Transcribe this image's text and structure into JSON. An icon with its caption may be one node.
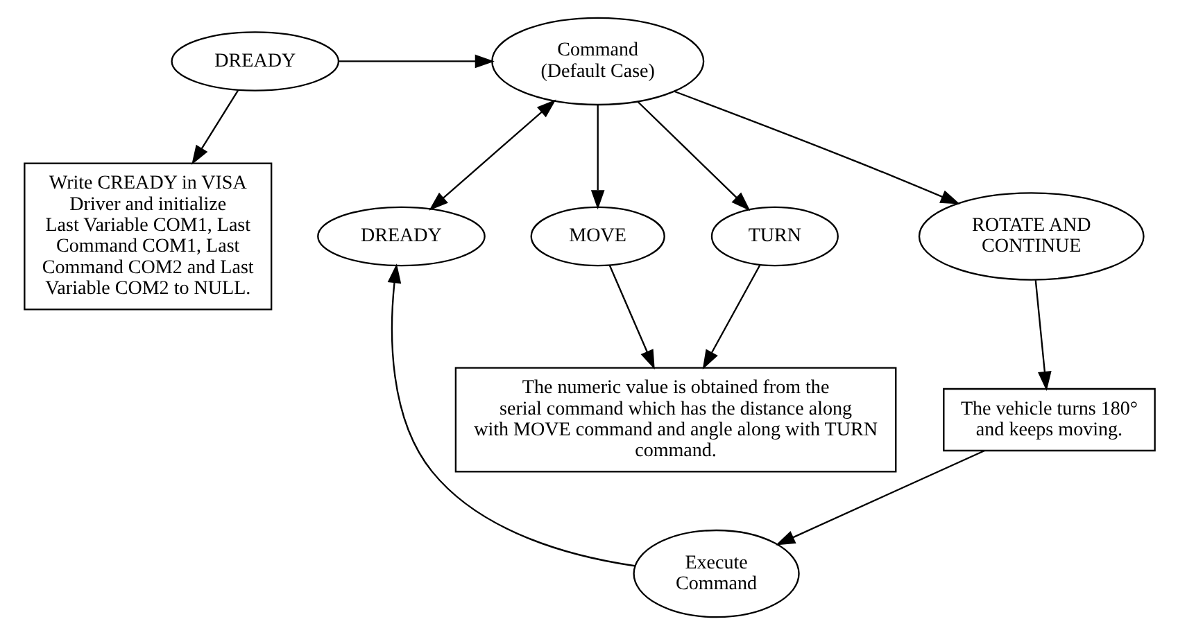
{
  "diagram": {
    "nodes": [
      {
        "text": [
          "DREADY"
        ]
      },
      {
        "text": [
          "Write CREADY in VISA Driver and initialize Last Variable COM1, Last Command COM1, Last Command COM2 and Last Variable COM2 to NULL."
        ]
      },
      {
        "text": [
          "Command (Default Case)"
        ]
      },
      {
        "text": [
          "DREADY"
        ]
      },
      {
        "text": [
          "MOVE"
        ]
      },
      {
        "text": [
          "TURN"
        ]
      },
      {
        "text": [
          "ROTATE AND CONTINUE"
        ]
      },
      {
        "text": [
          "The numeric value is obtained from the serial command which has the distance along with MOVE command and angle along with TURN command."
        ]
      },
      {
        "text": [
          "The vehicle turns 180° and keeps moving."
        ]
      },
      {
        "text": [
          "Execute Command"
        ]
      }
    ],
    "edges": [
      {
        "from": 0,
        "to": 1,
        "arrow": "to"
      },
      {
        "from": 0,
        "to": 2,
        "arrow": "to"
      },
      {
        "from": 2,
        "to": 3,
        "arrow": "both"
      },
      {
        "from": 2,
        "to": 4,
        "arrow": "to"
      },
      {
        "from": 2,
        "to": 5,
        "arrow": "to"
      },
      {
        "from": 2,
        "to": 6,
        "arrow": "to"
      },
      {
        "from": 4,
        "to": 7,
        "arrow": "to"
      },
      {
        "from": 5,
        "to": 7,
        "arrow": "to"
      },
      {
        "from": 6,
        "to": 8,
        "arrow": "to"
      },
      {
        "from": 8,
        "to": 9,
        "arrow": "to"
      },
      {
        "from": 9,
        "to": 3,
        "arrow": "to"
      }
    ]
  }
}
